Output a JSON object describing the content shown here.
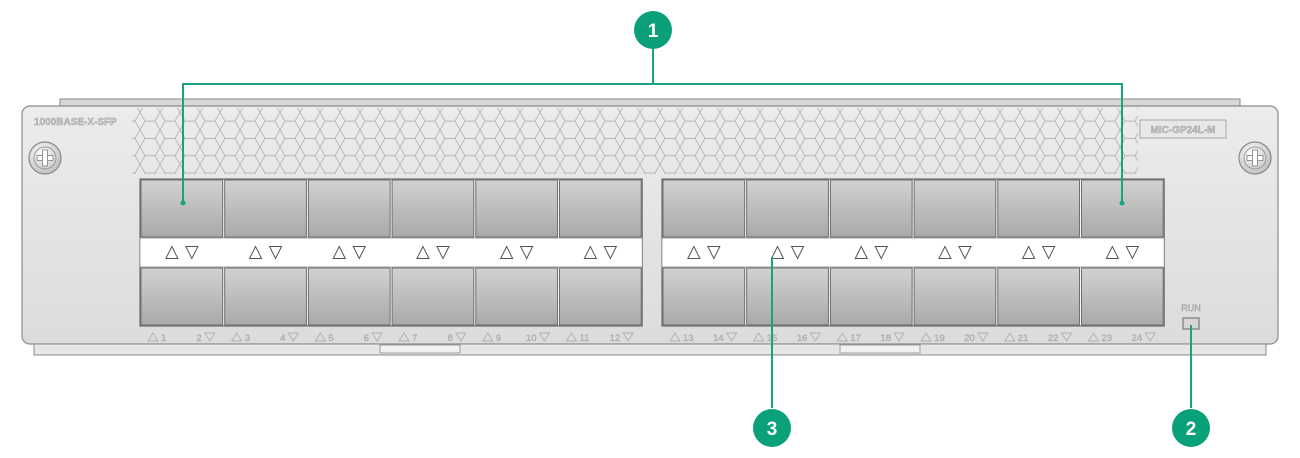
{
  "panel": {
    "type_label": "1000BASE-X-SFP",
    "model_label": "MIC-GP24L-M",
    "run_label": "RUN"
  },
  "callouts": [
    {
      "id": "1",
      "text": "1"
    },
    {
      "id": "2",
      "text": "2"
    },
    {
      "id": "3",
      "text": "3"
    }
  ],
  "ports": {
    "top": [
      "1",
      "3",
      "5",
      "7",
      "9",
      "11",
      "13",
      "15",
      "17",
      "19",
      "21",
      "23"
    ],
    "bottom": [
      "2",
      "4",
      "6",
      "8",
      "10",
      "12",
      "14",
      "16",
      "18",
      "20",
      "22",
      "24"
    ]
  },
  "colors": {
    "callout": "#0aa07a",
    "panel": "#e3e3e3",
    "leader": "#1aa381"
  }
}
